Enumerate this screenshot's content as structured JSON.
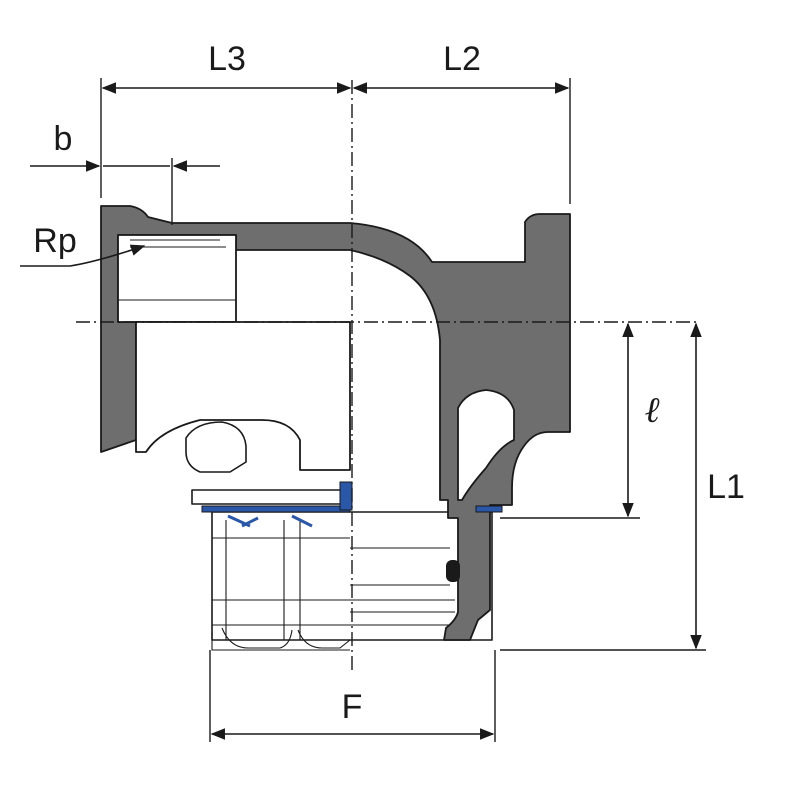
{
  "labels": {
    "L3": "L3",
    "L2": "L2",
    "b": "b",
    "Rp": "Rp",
    "ell": "ℓ",
    "L1": "L1",
    "F": "F"
  },
  "colors": {
    "body_fill": "#6e6e6e",
    "seal_accent": "#2a57a8",
    "line": "#1a1a1a"
  }
}
